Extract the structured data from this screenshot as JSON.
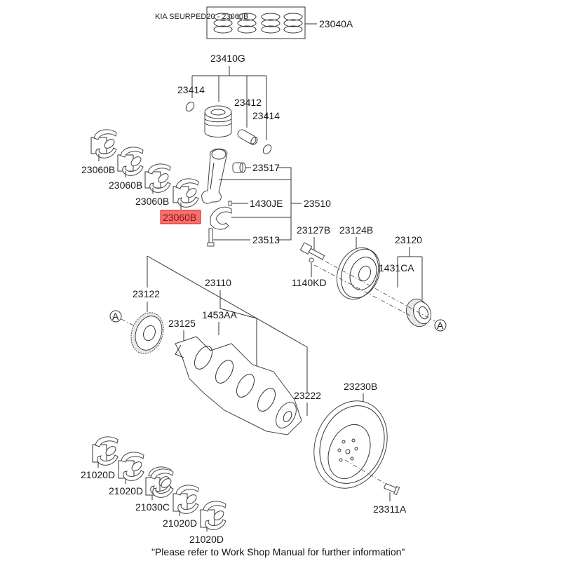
{
  "header": {
    "title": "KIA SEURPED20 - 23060B"
  },
  "highlight": {
    "part_number": "23060B",
    "color": "#f47070",
    "border_color": "#e11111"
  },
  "labels": {
    "piston_ring_set": "23040A",
    "piston_assy": "23410G",
    "snap_ring_left": "23414",
    "piston_pin": "23412",
    "snap_ring_right": "23414",
    "conrod_bearing_1": "23060B",
    "conrod_bearing_2": "23060B",
    "conrod_bearing_3": "23060B",
    "conrod_bearing_4": "23060B",
    "conrod_bushing": "23517",
    "conrod_nut": "1430JE",
    "conrod_assy": "23510",
    "conrod_bolt": "23513",
    "pulley_bolt": "23127B",
    "damper_pulley": "23124B",
    "sprocket_assy": "23120",
    "key": "1431CA",
    "pulley_small_bolt": "1140KD",
    "crank_sprocket": "23122",
    "crankshaft": "23110",
    "crank_key": "23125",
    "pin": "1453AA",
    "crank_pin": "23222",
    "drive_plate": "23230B",
    "drive_plate_bolt": "23311A",
    "main_bearing_1": "21020D",
    "main_bearing_2": "21020D",
    "thrust_bearing": "21030C",
    "main_bearing_3": "21020D",
    "main_bearing_4": "21020D",
    "ref_a_left": "A",
    "ref_a_right": "A"
  },
  "footer": {
    "note": "\"Please refer to Work Shop Manual for further information\""
  }
}
